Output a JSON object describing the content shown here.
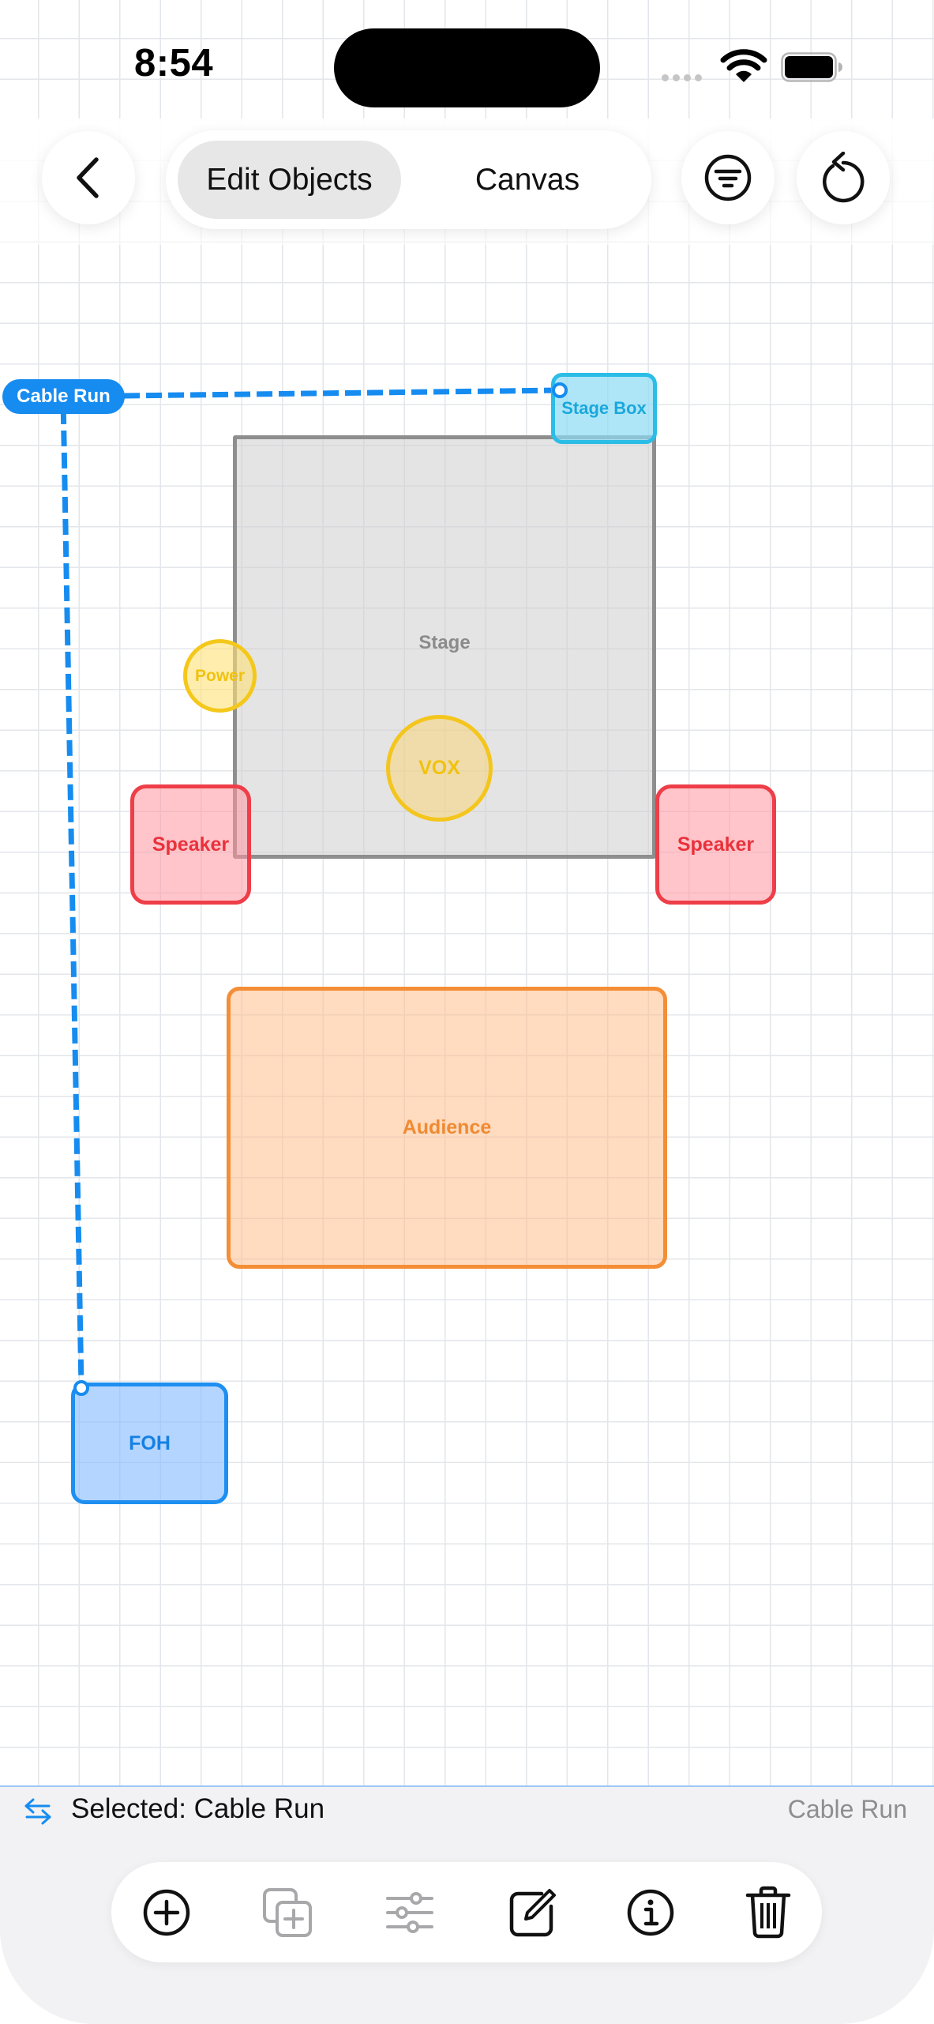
{
  "status_bar": {
    "time": "8:54"
  },
  "top_bar": {
    "segments": [
      {
        "label": "Edit Objects",
        "selected": true
      },
      {
        "label": "Canvas",
        "selected": false
      }
    ]
  },
  "canvas": {
    "objects": [
      {
        "label": "Stage",
        "type": "rectangle",
        "color": "#8e8e8e"
      },
      {
        "label": "Stage Box",
        "type": "box",
        "color": "#2bbde6"
      },
      {
        "label": "Power",
        "type": "circle",
        "color": "#f4c81b"
      },
      {
        "label": "VOX",
        "type": "circle",
        "color": "#f4c51c"
      },
      {
        "label": "Speaker",
        "type": "box",
        "color": "#ee3e48"
      },
      {
        "label": "Speaker",
        "type": "box",
        "color": "#ee3e48"
      },
      {
        "label": "Audience",
        "type": "area",
        "color": "#f48e36"
      },
      {
        "label": "FOH",
        "type": "box",
        "color": "#1e8ff1"
      }
    ],
    "cable": {
      "label": "Cable Run",
      "color": "#168cf0",
      "from": "Stage Box",
      "to": "FOH"
    }
  },
  "selection_bar": {
    "text": "Selected: Cable Run",
    "right_label": "Cable Run"
  },
  "bottom_toolbar": {
    "buttons": [
      {
        "icon": "plus-circle-icon",
        "enabled": true
      },
      {
        "icon": "duplicate-icon",
        "enabled": false
      },
      {
        "icon": "sliders-icon",
        "enabled": false
      },
      {
        "icon": "edit-icon",
        "enabled": true
      },
      {
        "icon": "info-icon",
        "enabled": true
      },
      {
        "icon": "trash-icon",
        "enabled": true
      }
    ]
  }
}
